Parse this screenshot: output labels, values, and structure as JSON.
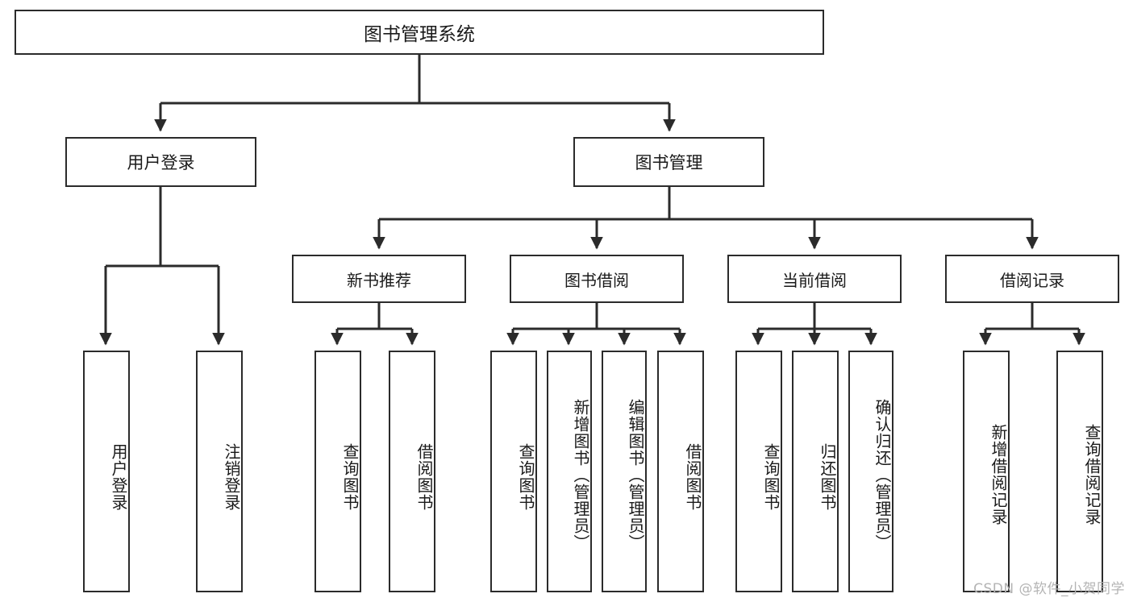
{
  "diagram": {
    "title_text": "图书管理系统",
    "watermark": "CSDN @软件_小贺同学",
    "line_color": "#2b2b2b",
    "box_border_color": "#2b2b2b",
    "box_fill": "#ffffff",
    "text_color": "#1a1a1a",
    "watermark_color": "#b4b4b4"
  },
  "nodes": {
    "root": {
      "label": "图书管理系统"
    },
    "level2": [
      {
        "id": "user-login",
        "label": "用户登录"
      },
      {
        "id": "book-management",
        "label": "图书管理"
      }
    ],
    "level3": [
      {
        "id": "new-book-recommend",
        "label": "新书推荐"
      },
      {
        "id": "book-borrow",
        "label": "图书借阅"
      },
      {
        "id": "current-borrow",
        "label": "当前借阅"
      },
      {
        "id": "borrow-record",
        "label": "借阅记录"
      }
    ],
    "leaves": {
      "user_login": [
        {
          "id": "leaf-user-login",
          "label": "用户登录"
        },
        {
          "id": "leaf-logout-login",
          "label": "注销登录"
        }
      ],
      "new_book_recommend": [
        {
          "id": "leaf-query-book-1",
          "label": "查询图书"
        },
        {
          "id": "leaf-borrow-book-1",
          "label": "借阅图书"
        }
      ],
      "book_borrow": [
        {
          "id": "leaf-query-book-2",
          "label": "查询图书"
        },
        {
          "id": "leaf-add-book-admin",
          "label": "新增图书（管理员）"
        },
        {
          "id": "leaf-edit-book-admin",
          "label": "编辑图书（管理员）"
        },
        {
          "id": "leaf-borrow-book-2",
          "label": "借阅图书"
        }
      ],
      "current_borrow": [
        {
          "id": "leaf-query-book-3",
          "label": "查询图书"
        },
        {
          "id": "leaf-return-book",
          "label": "归还图书"
        },
        {
          "id": "leaf-confirm-return-admin",
          "label": "确认归还（管理员）"
        }
      ],
      "borrow_record": [
        {
          "id": "leaf-add-borrow-record",
          "label": "新增借阅记录"
        },
        {
          "id": "leaf-query-borrow-record",
          "label": "查询借阅记录"
        }
      ]
    }
  }
}
